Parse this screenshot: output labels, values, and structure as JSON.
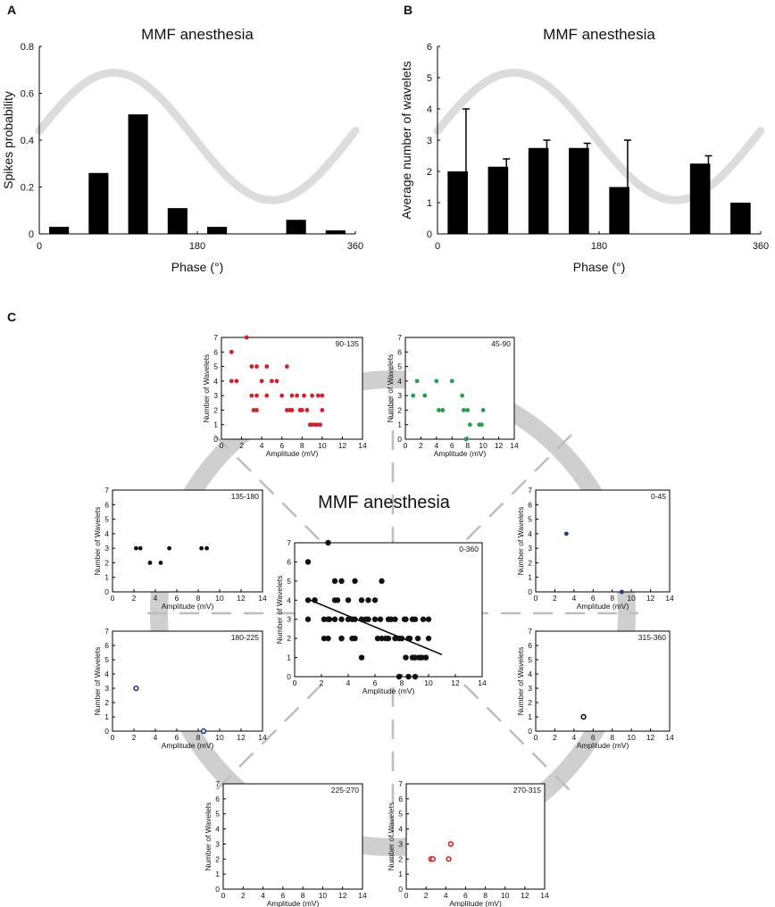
{
  "panel_letters": {
    "a": "A",
    "b": "B",
    "c": "C"
  },
  "chart_data": [
    {
      "id": "A",
      "type": "bar",
      "title": "MMF anesthesia",
      "xlabel": "Phase (°)",
      "ylabel": "Spikes probability",
      "xlim": [
        0,
        360
      ],
      "ylim": [
        0,
        0.8
      ],
      "xticks": [
        0,
        180,
        360
      ],
      "yticks": [
        0,
        0.2,
        0.4,
        0.6,
        0.8
      ],
      "background_curve": "cosine, light gray",
      "bar_width": 22.5,
      "x": [
        22.5,
        67.5,
        112.5,
        157.5,
        202.5,
        247.5,
        292.5,
        337.5
      ],
      "values": [
        0.03,
        0.26,
        0.51,
        0.11,
        0.03,
        0.0,
        0.06,
        0.015
      ]
    },
    {
      "id": "B",
      "type": "bar",
      "title": "MMF anesthesia",
      "xlabel": "Phase (°)",
      "ylabel": "Average number of wavelets",
      "xlim": [
        0,
        360
      ],
      "ylim": [
        0,
        6
      ],
      "xticks": [
        0,
        180,
        360
      ],
      "yticks": [
        0,
        1,
        2,
        3,
        4,
        5,
        6
      ],
      "background_curve": "cosine, light gray",
      "bar_width": 22.5,
      "x": [
        22.5,
        67.5,
        112.5,
        157.5,
        202.5,
        247.5,
        292.5,
        337.5
      ],
      "values": [
        2.0,
        2.15,
        2.75,
        2.75,
        1.5,
        0.0,
        2.25,
        1.0
      ],
      "error_upper": [
        4.0,
        2.4,
        3.0,
        2.9,
        3.0,
        null,
        2.5,
        null
      ]
    },
    {
      "id": "C",
      "type": "scatter",
      "title": "MMF anesthesia",
      "xlabel": "Amplitude (mV)",
      "ylabel": "Number of Wavelets",
      "xlim": [
        0,
        14
      ],
      "ylim": [
        0,
        7
      ],
      "xticks": [
        0,
        2,
        4,
        6,
        8,
        10,
        12,
        14
      ],
      "yticks": [
        0,
        1,
        2,
        3,
        4,
        5,
        6,
        7
      ],
      "panels": [
        {
          "label": "90-135",
          "color": "#d81e2a",
          "marker": "filled",
          "points": [
            [
              1,
              6
            ],
            [
              1,
              4
            ],
            [
              1.5,
              4
            ],
            [
              2.5,
              7
            ],
            [
              3,
              5
            ],
            [
              3,
              3
            ],
            [
              3.2,
              2
            ],
            [
              3.5,
              3
            ],
            [
              3.5,
              2
            ],
            [
              3.5,
              5
            ],
            [
              4,
              4
            ],
            [
              4.5,
              5
            ],
            [
              4.5,
              3
            ],
            [
              5,
              4
            ],
            [
              5.5,
              4
            ],
            [
              6,
              3
            ],
            [
              6.5,
              2
            ],
            [
              6.5,
              5
            ],
            [
              6.8,
              2
            ],
            [
              7,
              3
            ],
            [
              7,
              2
            ],
            [
              7.5,
              3
            ],
            [
              7.8,
              2
            ],
            [
              8,
              2
            ],
            [
              8.2,
              3
            ],
            [
              8.5,
              2
            ],
            [
              8.8,
              1
            ],
            [
              9,
              3
            ],
            [
              9,
              1
            ],
            [
              9.3,
              1
            ],
            [
              9.5,
              1
            ],
            [
              9.6,
              3
            ],
            [
              9.8,
              1
            ],
            [
              10,
              3
            ],
            [
              10,
              2
            ]
          ]
        },
        {
          "label": "45-90",
          "color": "#22a04a",
          "marker": "filled",
          "points": [
            [
              1,
              3
            ],
            [
              1.5,
              4
            ],
            [
              2.5,
              3
            ],
            [
              4,
              4
            ],
            [
              4.3,
              2
            ],
            [
              4.8,
              2
            ],
            [
              6,
              4
            ],
            [
              7.3,
              3
            ],
            [
              7.5,
              2
            ],
            [
              8,
              2
            ],
            [
              7.8,
              0
            ],
            [
              8.3,
              1
            ],
            [
              9.5,
              1
            ],
            [
              9.8,
              1
            ],
            [
              10,
              2
            ]
          ]
        },
        {
          "label": "135-180",
          "color": "#111111",
          "marker": "filled",
          "points": [
            [
              2.2,
              3
            ],
            [
              2.6,
              3
            ],
            [
              3.5,
              2
            ],
            [
              4.5,
              2
            ],
            [
              5.3,
              3
            ],
            [
              8.3,
              3
            ],
            [
              8.8,
              3
            ]
          ]
        },
        {
          "label": "0-45",
          "color": "#1f3c88",
          "marker": "filled",
          "points": [
            [
              3.2,
              4
            ],
            [
              9,
              0
            ]
          ]
        },
        {
          "label": "0-360",
          "color": "#111111",
          "marker": "filled",
          "regression": [
            [
              1,
              4.05
            ],
            [
              11,
              1.15
            ]
          ],
          "points": [
            [
              1,
              6
            ],
            [
              1,
              4
            ],
            [
              1.5,
              4
            ],
            [
              2.5,
              7
            ],
            [
              1,
              3
            ],
            [
              1.5,
              4
            ],
            [
              2.5,
              3
            ],
            [
              3,
              5
            ],
            [
              3,
              3
            ],
            [
              3,
              4
            ],
            [
              3.5,
              3
            ],
            [
              3.5,
              2
            ],
            [
              3.5,
              5
            ],
            [
              4,
              4
            ],
            [
              4,
              3
            ],
            [
              4.5,
              5
            ],
            [
              4.5,
              3
            ],
            [
              4.5,
              2
            ],
            [
              5,
              4
            ],
            [
              5,
              3
            ],
            [
              5,
              1
            ],
            [
              5.5,
              4
            ],
            [
              5.5,
              3
            ],
            [
              6,
              3
            ],
            [
              6,
              4
            ],
            [
              6.5,
              2
            ],
            [
              6.5,
              5
            ],
            [
              6.8,
              2
            ],
            [
              7,
              3
            ],
            [
              7,
              2
            ],
            [
              7.5,
              3
            ],
            [
              7.5,
              2
            ],
            [
              7.8,
              2
            ],
            [
              7.8,
              0
            ],
            [
              8,
              2
            ],
            [
              8.2,
              3
            ],
            [
              8.3,
              1
            ],
            [
              8.5,
              2
            ],
            [
              8.8,
              1
            ],
            [
              9,
              3
            ],
            [
              9,
              1
            ],
            [
              9.3,
              1
            ],
            [
              9.5,
              1
            ],
            [
              9.6,
              3
            ],
            [
              9.8,
              1
            ],
            [
              10,
              3
            ],
            [
              10,
              2
            ],
            [
              2.2,
              3
            ],
            [
              2.6,
              3
            ],
            [
              3.5,
              2
            ],
            [
              5.3,
              3
            ],
            [
              8.3,
              3
            ],
            [
              8.8,
              3
            ],
            [
              3.2,
              4
            ],
            [
              9,
              0
            ],
            [
              2.2,
              2
            ],
            [
              8.5,
              0
            ],
            [
              2.5,
              2
            ],
            [
              4.3,
              2
            ],
            [
              4.3,
              3
            ],
            [
              6.2,
              2
            ],
            [
              6.4,
              3
            ],
            [
              7.2,
              3
            ],
            [
              8.6,
              2
            ],
            [
              9.2,
              2
            ]
          ]
        },
        {
          "label": "180-225",
          "color": "#1f3c88",
          "marker": "open",
          "points": [
            [
              2.2,
              3
            ],
            [
              8.5,
              0
            ]
          ]
        },
        {
          "label": "315-360",
          "color": "#111111",
          "marker": "open",
          "points": [
            [
              5,
              1
            ]
          ]
        },
        {
          "label": "225-270",
          "color": "#111111",
          "marker": "open",
          "points": []
        },
        {
          "label": "270-315",
          "color": "#d81e2a",
          "marker": "open",
          "points": [
            [
              2.5,
              2
            ],
            [
              2.7,
              2
            ],
            [
              4.3,
              2
            ],
            [
              4.5,
              3
            ]
          ]
        }
      ]
    }
  ]
}
